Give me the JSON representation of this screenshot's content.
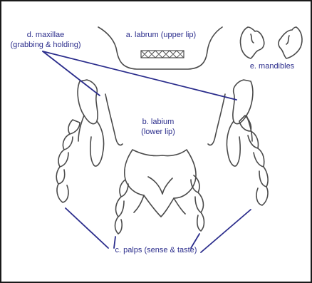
{
  "labels": {
    "maxillae_line1": "d. maxillae",
    "maxillae_line2": "(grabbing & holding)",
    "labrum": "a. labrum (upper lip)",
    "mandibles": "e. mandibles",
    "labium_line1": "b. labium",
    "labium_line2": "(lower lip)",
    "palps": "c. palps (sense & taste)"
  },
  "colors": {
    "label_text": "#2b2d8c",
    "leader_lines": "#2b2d8c",
    "outline": "#4a4a4a",
    "frame": "#1a1a1a"
  }
}
